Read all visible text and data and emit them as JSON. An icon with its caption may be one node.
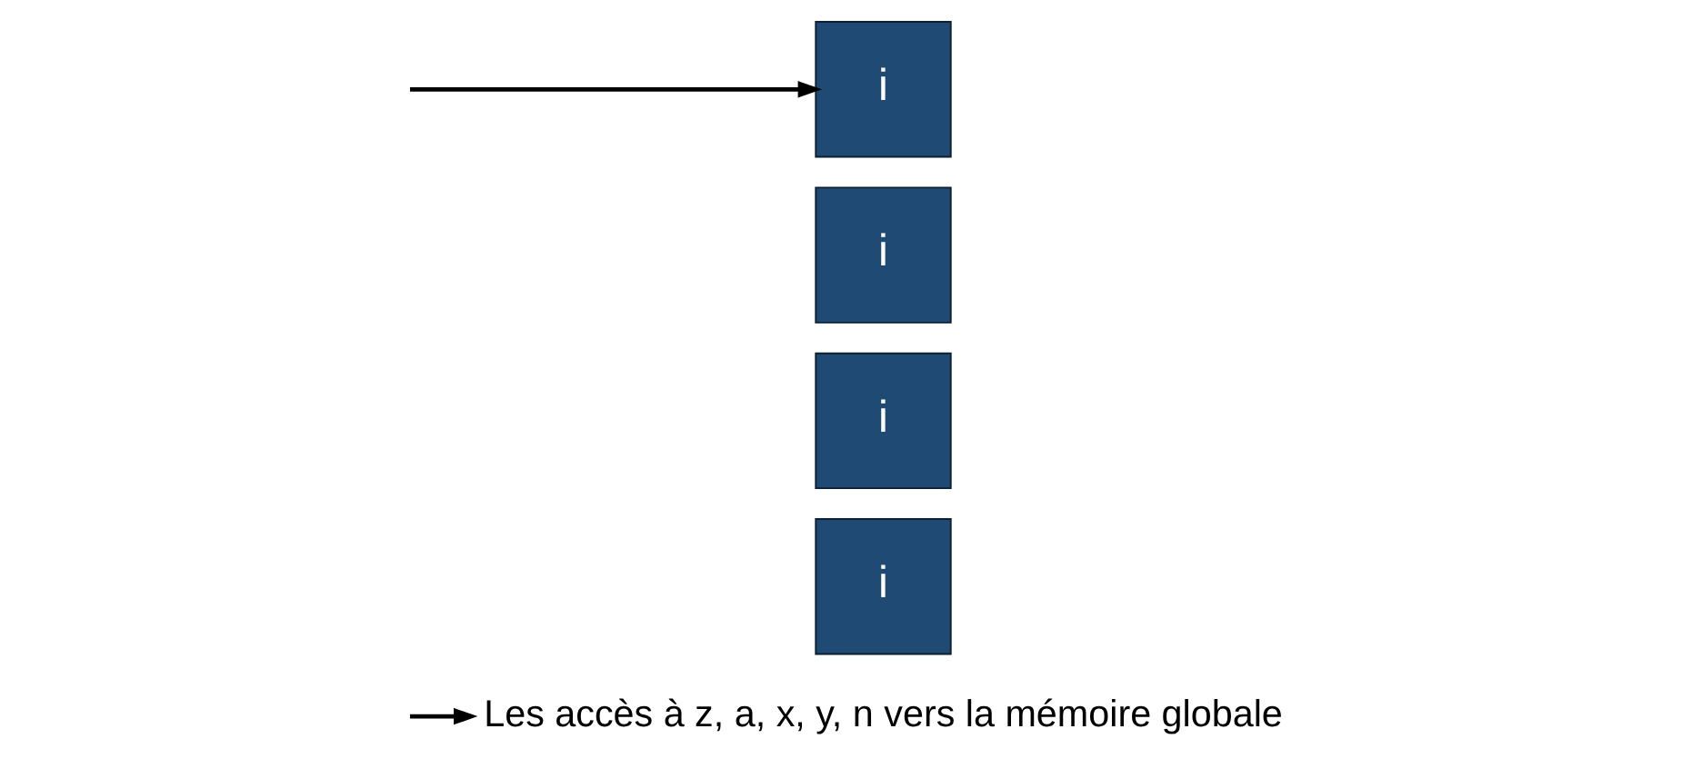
{
  "diagram": {
    "nodes": [
      {
        "text": [
          "Les accès à z, a, x, y, n vers la mémoire globale"
        ]
      },
      {
        "text": [
          "i"
        ]
      },
      {
        "text": [
          "i"
        ]
      },
      {
        "text": [
          "i"
        ]
      },
      {
        "text": [
          "i"
        ]
      }
    ],
    "edges": [
      {
        "from": null,
        "to": 0,
        "arrow": "to"
      },
      {
        "from": null,
        "to": 1,
        "arrow": "to"
      }
    ]
  }
}
